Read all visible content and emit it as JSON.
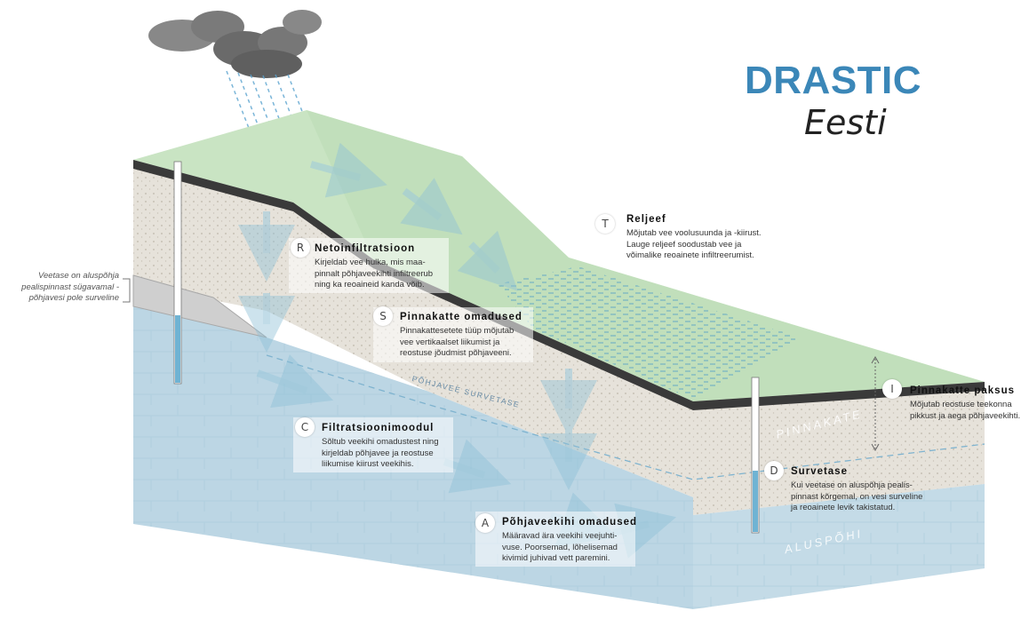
{
  "title": {
    "main": "DRASTIC",
    "sub": "Eesti"
  },
  "side_note": "Veetase on aluspõhja\npealispinnast sügavamal -\npõhjavesi pole surveline",
  "layer_labels": {
    "topsoil": "PINNAKATE",
    "bedrock": "ALUSPÕHI",
    "water_table": "PÕHJAVEE SURVETASE"
  },
  "factors": [
    {
      "letter": "R",
      "heading": "Netoinfiltratsioon",
      "body": "Kirjeldab vee hulka, mis maa-\npinnalt põhjaveekihti infiltreerub\nning ka reoaineid kanda võib."
    },
    {
      "letter": "T",
      "heading": "Reljeef",
      "body": "Mõjutab vee voolusuunda ja -kiirust.\nLauge reljeef soodustab vee ja\nvõimalike reoainete infiltreerumist."
    },
    {
      "letter": "S",
      "heading": "Pinnakatte omadused",
      "body": "Pinnakattesetete tüüp mõjutab\nvee vertikaalset liikumist ja\nreostuse jõudmist põhjaveeni."
    },
    {
      "letter": "I",
      "heading": "Pinnakatte paksus",
      "body": "Mõjutab reostuse teekonna\npikkust ja aega põhjaveekihti."
    },
    {
      "letter": "C",
      "heading": "Filtratsioonimoodul",
      "body": "Sõltub veekihi omadustest ning\nkirjeldab põhjavee ja reostuse\nliikumise kiirust veekihis."
    },
    {
      "letter": "D",
      "heading": "Survetase",
      "body": "Kui veetase on aluspõhja pealis-\npinnast kõrgemal, on vesi surveline\nja reoainete levik takistatud."
    },
    {
      "letter": "A",
      "heading": "Põhjaveekihi omadused",
      "body": "Määravad ära veekihi veejuhti-\nvuse. Poorsemad, lõhelisemad\nkivimid juhivad vett paremini."
    }
  ],
  "colors": {
    "title": "#3b87b8",
    "grass": "#c9e4c3",
    "sediment": "#e6e2da",
    "bedrock": "#b9d5e3",
    "water": "#8cc3db"
  }
}
